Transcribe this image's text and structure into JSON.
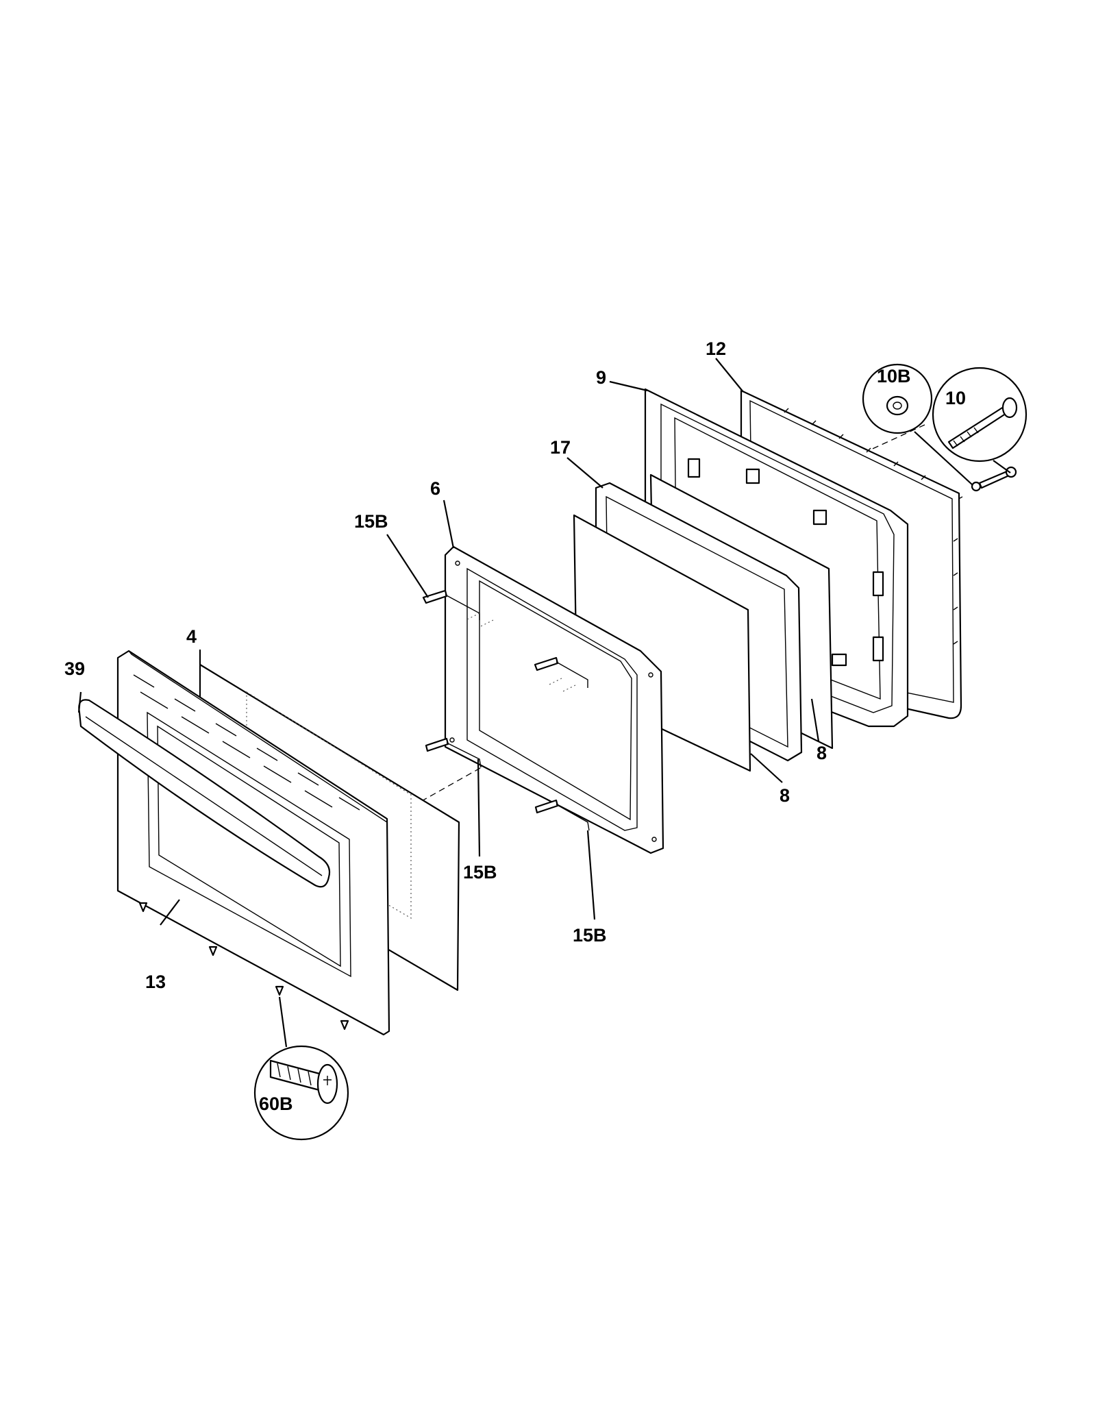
{
  "callouts": {
    "c39": "39",
    "c4": "4",
    "c13": "13",
    "c60b": "60B",
    "c15b_top": "15B",
    "c15b_mid": "15B",
    "c15b_bot": "15B",
    "c6": "6",
    "c17": "17",
    "c9": "9",
    "c12": "12",
    "c10b": "10B",
    "c10": "10",
    "c8_upper": "8",
    "c8_lower": "8"
  },
  "icons": [
    "screw-60b-icon",
    "washer-10b-icon",
    "bolt-10-icon"
  ]
}
